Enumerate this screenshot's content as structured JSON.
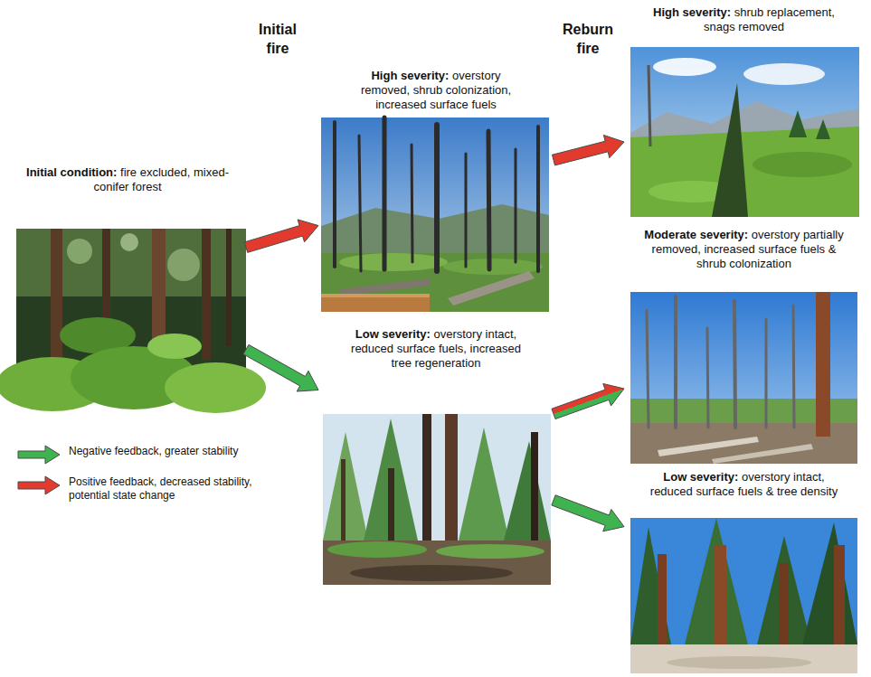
{
  "diagram": {
    "nodes": [
      {
        "text": [
          "Initial condition:",
          "fire excluded, mixed-conifer forest"
        ]
      },
      {
        "text": [
          "High severity:",
          "overstory removed, shrub colonization, increased surface fuels"
        ]
      },
      {
        "text": [
          "Low severity:",
          "overstory intact, reduced surface fuels, increased tree regeneration"
        ]
      },
      {
        "text": [
          "High severity:",
          "shrub replacement, snags removed"
        ]
      },
      {
        "text": [
          "Moderate severity:",
          "overstory partially removed, increased surface fuels & shrub colonization"
        ]
      },
      {
        "text": [
          "Low severity:",
          "overstory intact, reduced surface fuels & tree density"
        ]
      }
    ],
    "edges": [
      {
        "from": 0,
        "to": 1,
        "arrow": "to"
      },
      {
        "from": 0,
        "to": 2,
        "arrow": "to"
      },
      {
        "from": 1,
        "to": 3,
        "arrow": "to"
      },
      {
        "from": 2,
        "to": 4,
        "arrow": "to"
      },
      {
        "from": 2,
        "to": 5,
        "arrow": "to"
      }
    ],
    "labels": [
      "Initial fire",
      "Reburn fire"
    ],
    "legend": [
      {
        "text": "Negative feedback, greater stability",
        "color": "#3fb34f"
      },
      {
        "text": "Positive feedback, decreased stability, potential state change",
        "color": "#e23b2e"
      }
    ]
  }
}
